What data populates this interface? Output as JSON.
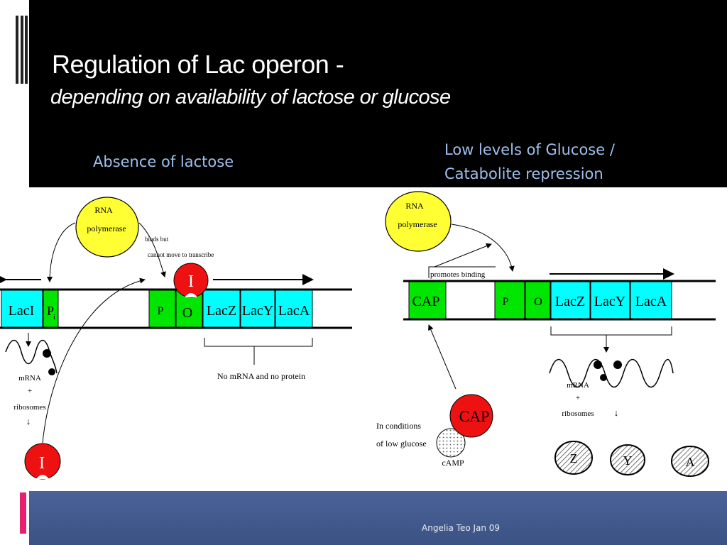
{
  "title": {
    "line1": "Regulation of Lac operon -",
    "line2": "depending on availability of lactose or glucose"
  },
  "subtitles": {
    "left": "Absence of lactose",
    "right_line1": "Low levels of Glucose /",
    "right_line2": "Catabolite repression"
  },
  "footer": "Angelia Teo Jan 09",
  "left_figure": {
    "rna_polymerase": "RNA polymerase",
    "rna_line1": "RNA",
    "rna_line2": "polymerase",
    "note_line1": "binds but",
    "note_line2": "cannot move to transcribe",
    "genes": [
      "LacI",
      "P",
      "P",
      "O",
      "LacZ",
      "LacY",
      "LacA"
    ],
    "pi_sub": "i",
    "repressor": "I",
    "mrna": "mRNA",
    "plus": "+",
    "ribosomes": "ribosomes",
    "down_arrow": "↓",
    "no_mrna": "No mRNA and no protein"
  },
  "right_figure": {
    "rna_line1": "RNA",
    "rna_line2": "polymerase",
    "promotes_binding": "promotes binding",
    "genes": [
      "CAP",
      "P",
      "O",
      "LacZ",
      "LacY",
      "LacA"
    ],
    "cap_protein": "CAP",
    "camp": "cAMP",
    "condition_line1": "In conditions",
    "condition_line2": "of low glucose",
    "mrna": "mRNA",
    "plus": "+",
    "ribosomes": "ribosomes",
    "down_arrow": "↓",
    "proteins": [
      "Z",
      "Y",
      "A"
    ]
  },
  "colors": {
    "gene_cyan": "#00ffff",
    "promoter_green": "#00e600",
    "repressor_red": "#ee1111",
    "polymerase_yellow": "#ffff33",
    "subtitle_blue": "#9ec0ec"
  }
}
